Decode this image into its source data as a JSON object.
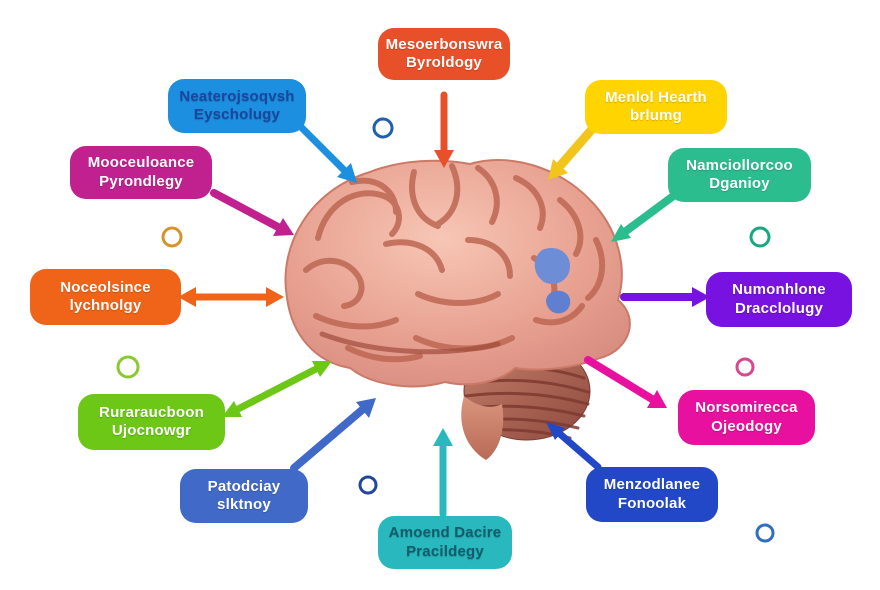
{
  "diagram": {
    "subject": "human-brain-illustration",
    "description_visible": "brain infographic with twelve colored specialty labels and arrows",
    "labels": [
      {
        "position": "top-center",
        "line1": "Mesoerbonswra",
        "line2": "Byroldogy",
        "bg": "#e8502a",
        "text_color": "#ffffff",
        "arrow_color": "#e8502a",
        "arrow_style": "single-head-toward-brain"
      },
      {
        "position": "top-right",
        "line1": "Menlol Hearth",
        "line2": "brlumg",
        "bg": "#ffd400",
        "text_color": "#ffffff",
        "arrow_color": "#f2c51c",
        "arrow_style": "single-head-toward-brain"
      },
      {
        "position": "right-upper",
        "line1": "Namciollorcoo",
        "line2": "Dganioy",
        "bg": "#2bbd8d",
        "text_color": "#ffffff",
        "arrow_color": "#2bbd8d",
        "arrow_style": "tail-toward-brain"
      },
      {
        "position": "right-middle",
        "line1": "Numonhlone",
        "line2": "Dracclolugy",
        "bg": "#7712e0",
        "text_color": "#ffffff",
        "arrow_color": "#7712e0",
        "arrow_style": "single-head-toward-label"
      },
      {
        "position": "right-lower",
        "line1": "Norsomirecca",
        "line2": "Ojeodogy",
        "bg": "#e8109e",
        "text_color": "#ffffff",
        "arrow_color": "#e8109e",
        "arrow_style": "single-head-toward-label"
      },
      {
        "position": "bottom-right",
        "line1": "Menzodlanee",
        "line2": "Fonoolak",
        "bg": "#2248c8",
        "text_color": "#ffffff",
        "arrow_color": "#2248c8",
        "arrow_style": "tail-toward-brain"
      },
      {
        "position": "bottom-center",
        "line1": "Amoend Dacire",
        "line2": "Pracildegy",
        "bg": "#28b8be",
        "text_color": "#135c6b",
        "arrow_color": "#28b8be",
        "arrow_style": "single-head-toward-brain"
      },
      {
        "position": "bottom-left",
        "line1": "Patodciay",
        "line2": "slktnoy",
        "bg": "#4169c8",
        "text_color": "#ffffff",
        "arrow_color": "#4169c8",
        "arrow_style": "single-head-toward-brain"
      },
      {
        "position": "left-lower",
        "line1": "Ruraraucboon",
        "line2": "Ujocnowgr",
        "bg": "#6cc716",
        "text_color": "#ffffff",
        "arrow_color": "#6cc716",
        "arrow_style": "double-headed"
      },
      {
        "position": "left-middle",
        "line1": "Noceolsince",
        "line2": "lychnolgy",
        "bg": "#ef6418",
        "text_color": "#ffffff",
        "arrow_color": "#ef6418",
        "arrow_style": "double-headed"
      },
      {
        "position": "left-upper",
        "line1": "Mooceuloance",
        "line2": "Pyrondlegy",
        "bg": "#c0218f",
        "text_color": "#ffffff",
        "arrow_color": "#c0218f",
        "arrow_style": "single-head-toward-brain"
      },
      {
        "position": "top-left",
        "line1": "Neaterojsoqvsh",
        "line2": "Eyscholugy",
        "bg": "#1d8fe0",
        "text_color": "#17479e",
        "arrow_color": "#1d8fe0",
        "arrow_style": "single-head-toward-brain"
      }
    ],
    "decorative_circles": [
      {
        "position": "upper-center",
        "color": "#1d5fb0"
      },
      {
        "position": "left-upper",
        "color": "#d8922a"
      },
      {
        "position": "left-lower",
        "color": "#8ac832"
      },
      {
        "position": "lower-center-left",
        "color": "#23489b"
      },
      {
        "position": "right-upper",
        "color": "#18a77f"
      },
      {
        "position": "right-lower",
        "color": "#d8488f"
      },
      {
        "position": "bottom-right",
        "color": "#2e6fc0"
      }
    ],
    "brain_colors": {
      "cortex": "#e8a191",
      "cortex_shadow": "#bd6753",
      "cerebellum": "#a05a48",
      "stem": "#cf8a74",
      "blue_patch": "#6d8ed6"
    }
  }
}
